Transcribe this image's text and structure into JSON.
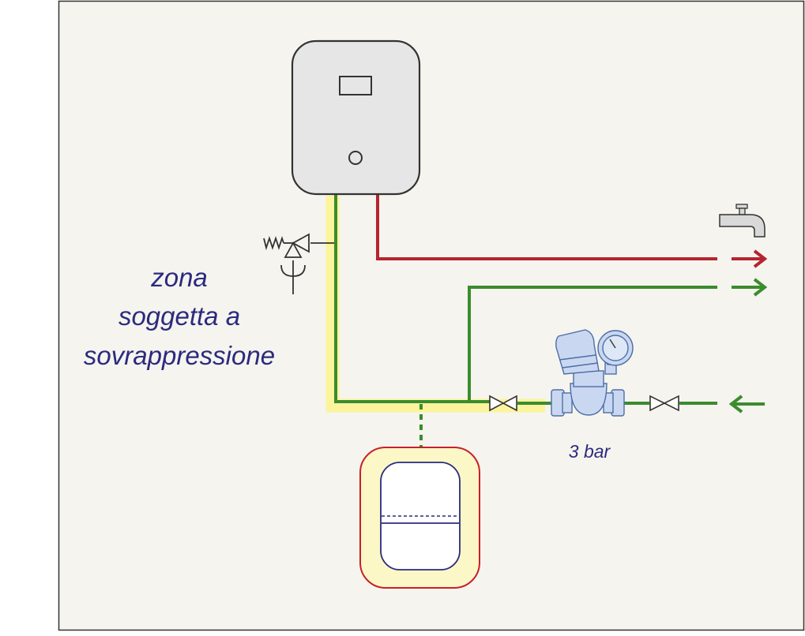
{
  "labels": {
    "zone_line1": "zona",
    "zone_line2": "soggetta a",
    "zone_line3": "sovrappressione",
    "pressure": "3 bar"
  },
  "colors": {
    "panel_bg": "#f5f4ee",
    "panel_border": "#333333",
    "text": "#2b2a7f",
    "hot_water": "#b5242f",
    "cold_water": "#3b8c2e",
    "overpressure_zone": "#fbf49c",
    "device_fill": "#e6e6e6",
    "device_stroke": "#333333",
    "vessel_frame": "#c8202a",
    "vessel_fill": "#fbf7c6",
    "vessel_inner": "#2b2a7f",
    "reducer_fill": "#c9d8f0",
    "reducer_stroke": "#4d6ea8",
    "tap_fill": "#d9d9d9"
  },
  "icons": {
    "boiler": "water-heater-icon",
    "safety_valve": "safety-relief-valve-icon",
    "tap": "water-tap-icon",
    "reducer": "pressure-reducing-valve-icon",
    "vessel": "expansion-vessel-icon",
    "valve": "shutoff-valve-icon"
  }
}
